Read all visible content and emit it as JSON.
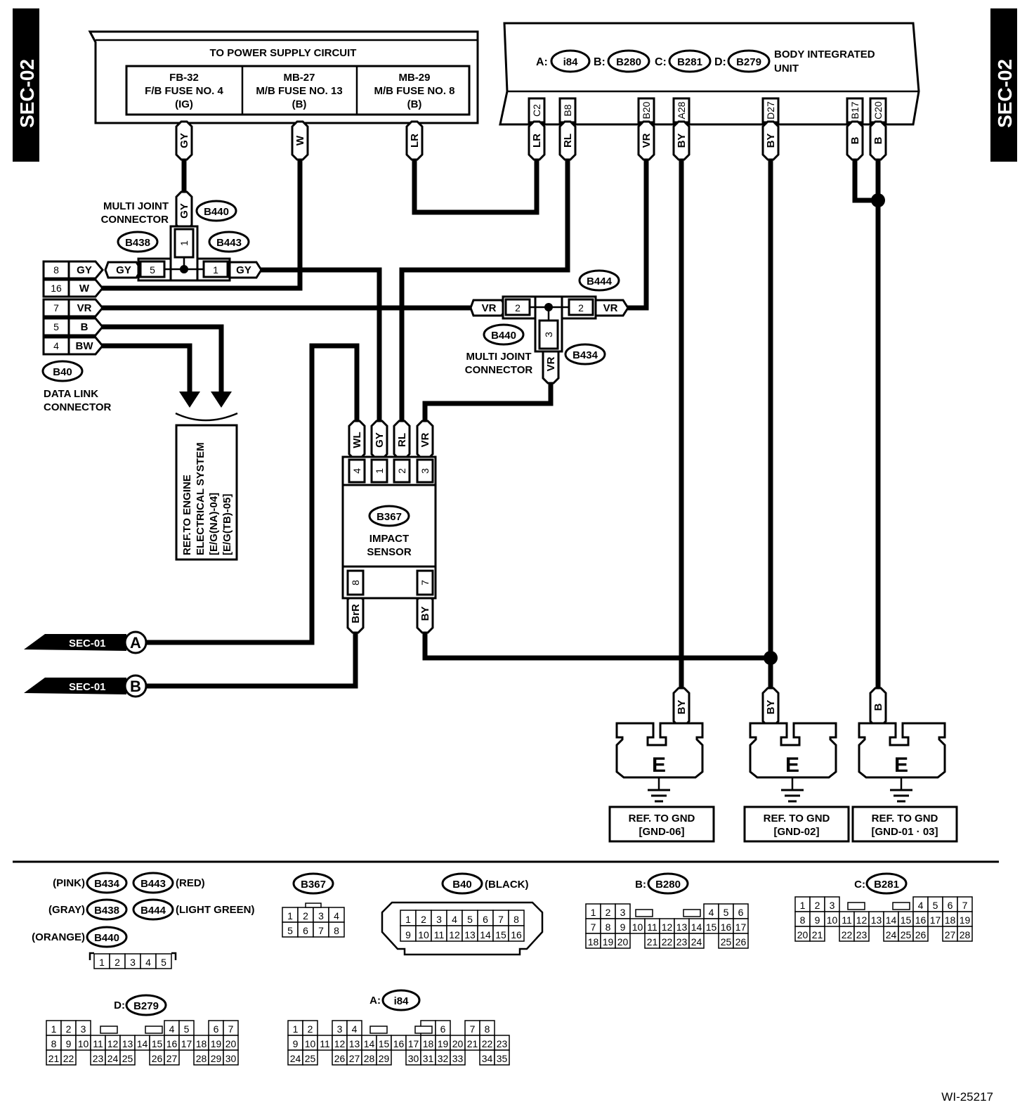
{
  "sec_tags": {
    "left": "SEC-02",
    "right": "SEC-02"
  },
  "power_supply": {
    "title": "TO POWER SUPPLY CIRCUIT",
    "fuses": [
      {
        "l1": "FB-32",
        "l2": "F/B FUSE NO. 4",
        "l3": "(IG)"
      },
      {
        "l1": "MB-27",
        "l2": "M/B FUSE NO. 13",
        "l3": "(B)"
      },
      {
        "l1": "MB-29",
        "l2": "M/B FUSE NO. 8",
        "l3": "(B)"
      }
    ],
    "wires": [
      "GY",
      "W",
      "LR"
    ]
  },
  "biu": {
    "connectors": [
      {
        "letter": "A:",
        "id": "i84"
      },
      {
        "letter": "B:",
        "id": "B280"
      },
      {
        "letter": "C:",
        "id": "B281"
      },
      {
        "letter": "D:",
        "id": "B279"
      }
    ],
    "title1": "BODY INTEGRATED",
    "title2": "UNIT",
    "pins": [
      "C2",
      "B8",
      "B20",
      "A28",
      "D27",
      "B17",
      "C20"
    ],
    "wires": [
      "LR",
      "RL",
      "VR",
      "BY",
      "BY",
      "B",
      "B"
    ]
  },
  "multi_joint_top": {
    "label1": "MULTI JOINT",
    "label2": "CONNECTOR",
    "id_top": "B440",
    "id_left": "B438",
    "id_right": "B443",
    "wire_top": "GY",
    "pin_top": "1",
    "pin_left": "5",
    "pin_right": "1",
    "wire_left": "GY",
    "wire_right": "GY"
  },
  "multi_joint_mid": {
    "label1": "MULTI JOINT",
    "label2": "CONNECTOR",
    "id_top": "B444",
    "id_left": "B440",
    "id_bottom": "B434",
    "pin_left": "2",
    "pin_right": "2",
    "pin_bottom": "3",
    "wire_left": "VR",
    "wire_right": "VR",
    "wire_bottom": "VR"
  },
  "data_link": {
    "id": "B40",
    "label1": "DATA LINK",
    "label2": "CONNECTOR",
    "pins": [
      {
        "num": "8",
        "wire": "GY"
      },
      {
        "num": "16",
        "wire": "W"
      },
      {
        "num": "7",
        "wire": "VR"
      },
      {
        "num": "5",
        "wire": "B"
      },
      {
        "num": "4",
        "wire": "BW"
      }
    ]
  },
  "engine_ref": [
    "REF.TO ENGINE",
    "ELECTRICAL SYSTEM",
    "[E/G(NA)-04]",
    "[E/G(TB)-05]"
  ],
  "impact_sensor": {
    "id": "B367",
    "label1": "IMPACT",
    "label2": "SENSOR",
    "top_pins": [
      "4",
      "1",
      "2",
      "3"
    ],
    "top_wires": [
      "WL",
      "GY",
      "RL",
      "VR"
    ],
    "bottom_pins": [
      "8",
      "7"
    ],
    "bottom_wires": [
      "BrR",
      "BY"
    ]
  },
  "sec01": [
    {
      "text": "SEC-01",
      "letter": "A"
    },
    {
      "text": "SEC-01",
      "letter": "B"
    }
  ],
  "grounds": [
    {
      "wire": "BY",
      "letter": "E",
      "ref1": "REF. TO GND",
      "ref2": "[GND-06]"
    },
    {
      "wire": "BY",
      "letter": "E",
      "ref1": "REF. TO GND",
      "ref2": "[GND-02]"
    },
    {
      "wire": "B",
      "letter": "E",
      "ref1": "REF. TO GND",
      "ref2": "[GND-01 · 03]"
    }
  ],
  "legend": {
    "colors": [
      {
        "color": "(PINK)",
        "id": "B434"
      },
      {
        "color": "(RED)",
        "id": "B443"
      },
      {
        "color": "(GRAY)",
        "id": "B438"
      },
      {
        "color": "(LIGHT GREEN)",
        "id": "B444"
      },
      {
        "color": "(ORANGE)",
        "id": "B440"
      }
    ],
    "b440_pins": [
      "1",
      "2",
      "3",
      "4",
      "5"
    ],
    "b367": {
      "id": "B367",
      "rows": [
        [
          "1",
          "2",
          "3",
          "4"
        ],
        [
          "5",
          "6",
          "7",
          "8"
        ]
      ]
    },
    "b40": {
      "id": "B40",
      "color": "(BLACK)",
      "rows": [
        [
          "1",
          "2",
          "3",
          "4",
          "5",
          "6",
          "7",
          "8"
        ],
        [
          "9",
          "10",
          "11",
          "12",
          "13",
          "14",
          "15",
          "16"
        ]
      ]
    },
    "b280": {
      "prefix": "B:",
      "id": "B280",
      "rows": [
        [
          "1",
          "2",
          "3",
          "",
          "",
          "",
          "",
          "",
          "4",
          "5",
          "6"
        ],
        [
          "7",
          "8",
          "9",
          "10",
          "11",
          "12",
          "13",
          "14",
          "15",
          "16",
          "17"
        ],
        [
          "18",
          "19",
          "20",
          "",
          "21",
          "22",
          "23",
          "24",
          "",
          "25",
          "26"
        ]
      ]
    },
    "b281": {
      "prefix": "C:",
      "id": "B281",
      "rows": [
        [
          "1",
          "2",
          "3",
          "",
          "",
          "",
          "",
          "",
          "4",
          "5",
          "6",
          "7"
        ],
        [
          "8",
          "9",
          "10",
          "11",
          "12",
          "13",
          "14",
          "15",
          "16",
          "17",
          "18",
          "19"
        ],
        [
          "20",
          "21",
          "",
          "22",
          "23",
          "",
          "24",
          "25",
          "26",
          "",
          "27",
          "28"
        ]
      ]
    },
    "b279": {
      "prefix": "D:",
      "id": "B279",
      "rows": [
        [
          "1",
          "2",
          "3",
          "",
          "",
          "",
          "",
          "",
          "4",
          "5",
          "",
          "6",
          "7"
        ],
        [
          "8",
          "9",
          "10",
          "11",
          "12",
          "13",
          "14",
          "15",
          "16",
          "17",
          "18",
          "19",
          "20"
        ],
        [
          "21",
          "22",
          "",
          "23",
          "24",
          "25",
          "",
          "26",
          "27",
          "",
          "28",
          "29",
          "30"
        ]
      ]
    },
    "i84": {
      "prefix": "A:",
      "id": "i84",
      "rows": [
        [
          "1",
          "2",
          "",
          "3",
          "4",
          "",
          "",
          "",
          "",
          "5",
          "6",
          "",
          "7",
          "8"
        ],
        [
          "9",
          "10",
          "11",
          "12",
          "13",
          "14",
          "15",
          "16",
          "17",
          "18",
          "19",
          "20",
          "21",
          "22",
          "23"
        ],
        [
          "24",
          "25",
          "",
          "26",
          "27",
          "28",
          "29",
          "",
          "30",
          "31",
          "32",
          "33",
          "",
          "34",
          "35"
        ]
      ]
    }
  },
  "figure_id": "WI-25217"
}
